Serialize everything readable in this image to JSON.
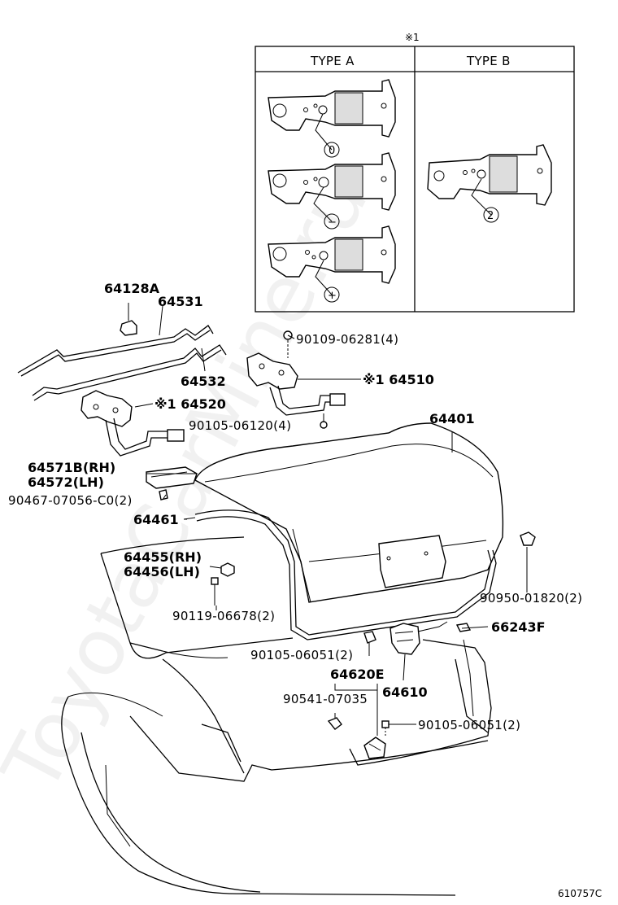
{
  "watermark": "ToyotaCarMine.ru",
  "inset": {
    "note": "※1",
    "type_a_label": "TYPE A",
    "type_b_label": "TYPE B",
    "symbols": [
      "0",
      "−",
      "+",
      "2"
    ]
  },
  "labels": {
    "p64128A": "64128A",
    "p64531": "64531",
    "p64532": "64532",
    "p90109": "90109-06281(4)",
    "p64510": "※1 64510",
    "p64520": "※1 64520",
    "p90105a": "90105-06120(4)",
    "p64401": "64401",
    "p64571": "64571B(RH)",
    "p64572": "64572(LH)",
    "p90467": "90467-07056-C0(2)",
    "p64461": "64461",
    "p64455": "64455(RH)",
    "p64456": "64456(LH)",
    "p90950": "90950-01820(2)",
    "p90119": "90119-06678(2)",
    "p66243": "66243F",
    "p90105b": "90105-06051(2)",
    "p64620": "64620E",
    "p64610": "64610",
    "p90541": "90541-07035",
    "p90105c": "90105-06051(2)"
  },
  "figure_code": "610757C"
}
